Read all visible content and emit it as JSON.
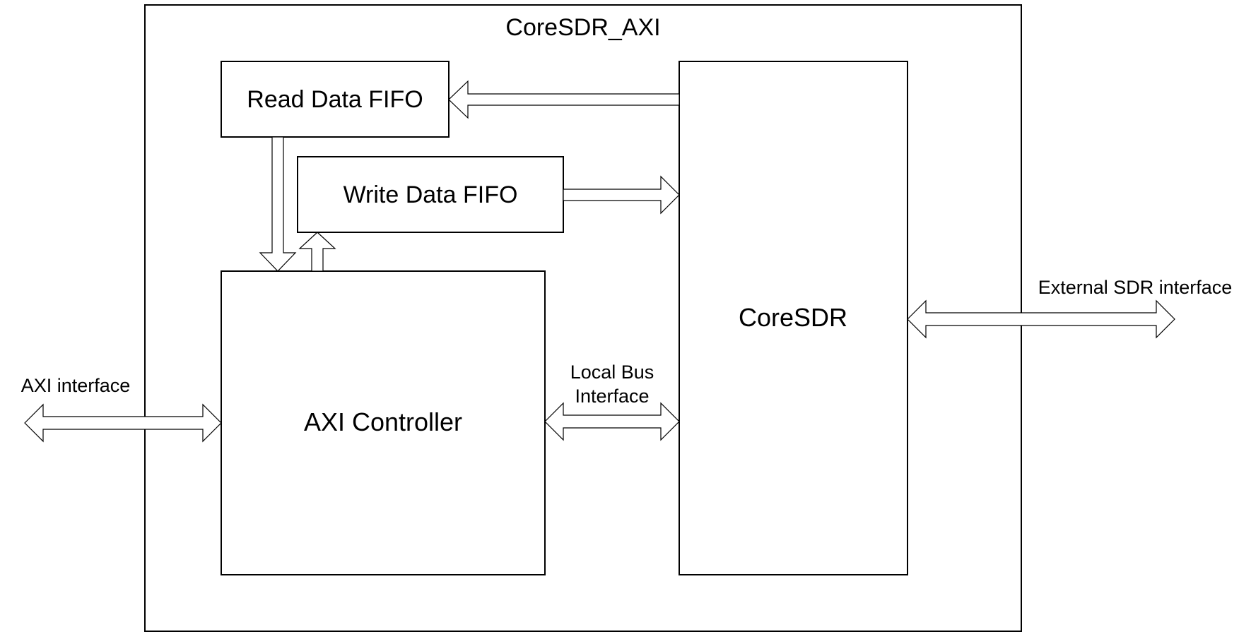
{
  "diagram": {
    "outer_title": "CoreSDR_AXI",
    "blocks": {
      "read_fifo": "Read Data FIFO",
      "write_fifo": "Write Data FIFO",
      "axi_controller": "AXI Controller",
      "coresdr": "CoreSDR"
    },
    "labels": {
      "axi_interface": "AXI interface",
      "local_bus_line1": "Local Bus",
      "local_bus_line2": "Interface",
      "external_sdr": "External SDR interface"
    },
    "colors": {
      "line": "#000000",
      "fill": "#ffffff"
    }
  }
}
